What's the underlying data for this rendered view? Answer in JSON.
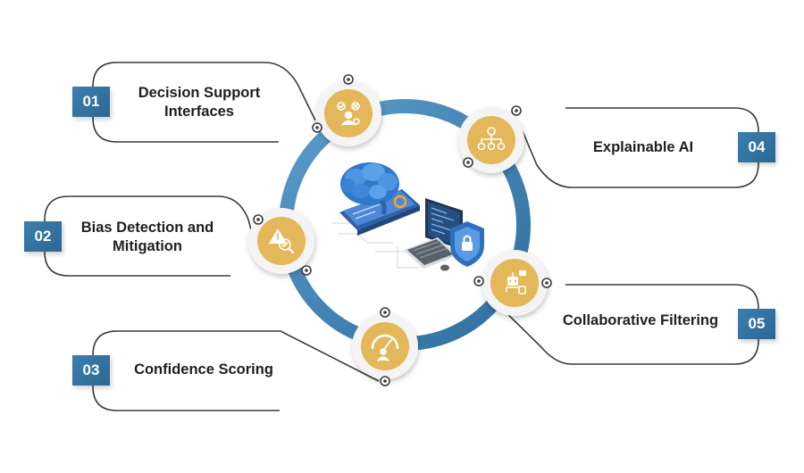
{
  "colors": {
    "ring": "#4788b8",
    "ring_dark": "#2f6e9e",
    "badge": "#3d7fae",
    "badge_dark": "#2c6793",
    "node_fill": "#e3b75a",
    "node_rim": "#f4f4f4",
    "outline": "#3a3a3a",
    "text": "#1f1f1f"
  },
  "items": [
    {
      "number": "01",
      "line1": "Decision Support",
      "line2": "Interfaces",
      "icon": "decision-support-icon"
    },
    {
      "number": "02",
      "line1": "Bias Detection and",
      "line2": "Mitigation",
      "icon": "bias-warning-icon"
    },
    {
      "number": "03",
      "line1": "Confidence Scoring",
      "line2": "",
      "icon": "confidence-gauge-icon"
    },
    {
      "number": "04",
      "line1": "Explainable AI",
      "line2": "",
      "icon": "explainable-ai-hierarchy-icon"
    },
    {
      "number": "05",
      "line1": "Collaborative Filtering",
      "line2": "",
      "icon": "collaborative-filtering-robot-icon"
    }
  ],
  "center_illustration": "ai-brain-computer-security-illustration"
}
